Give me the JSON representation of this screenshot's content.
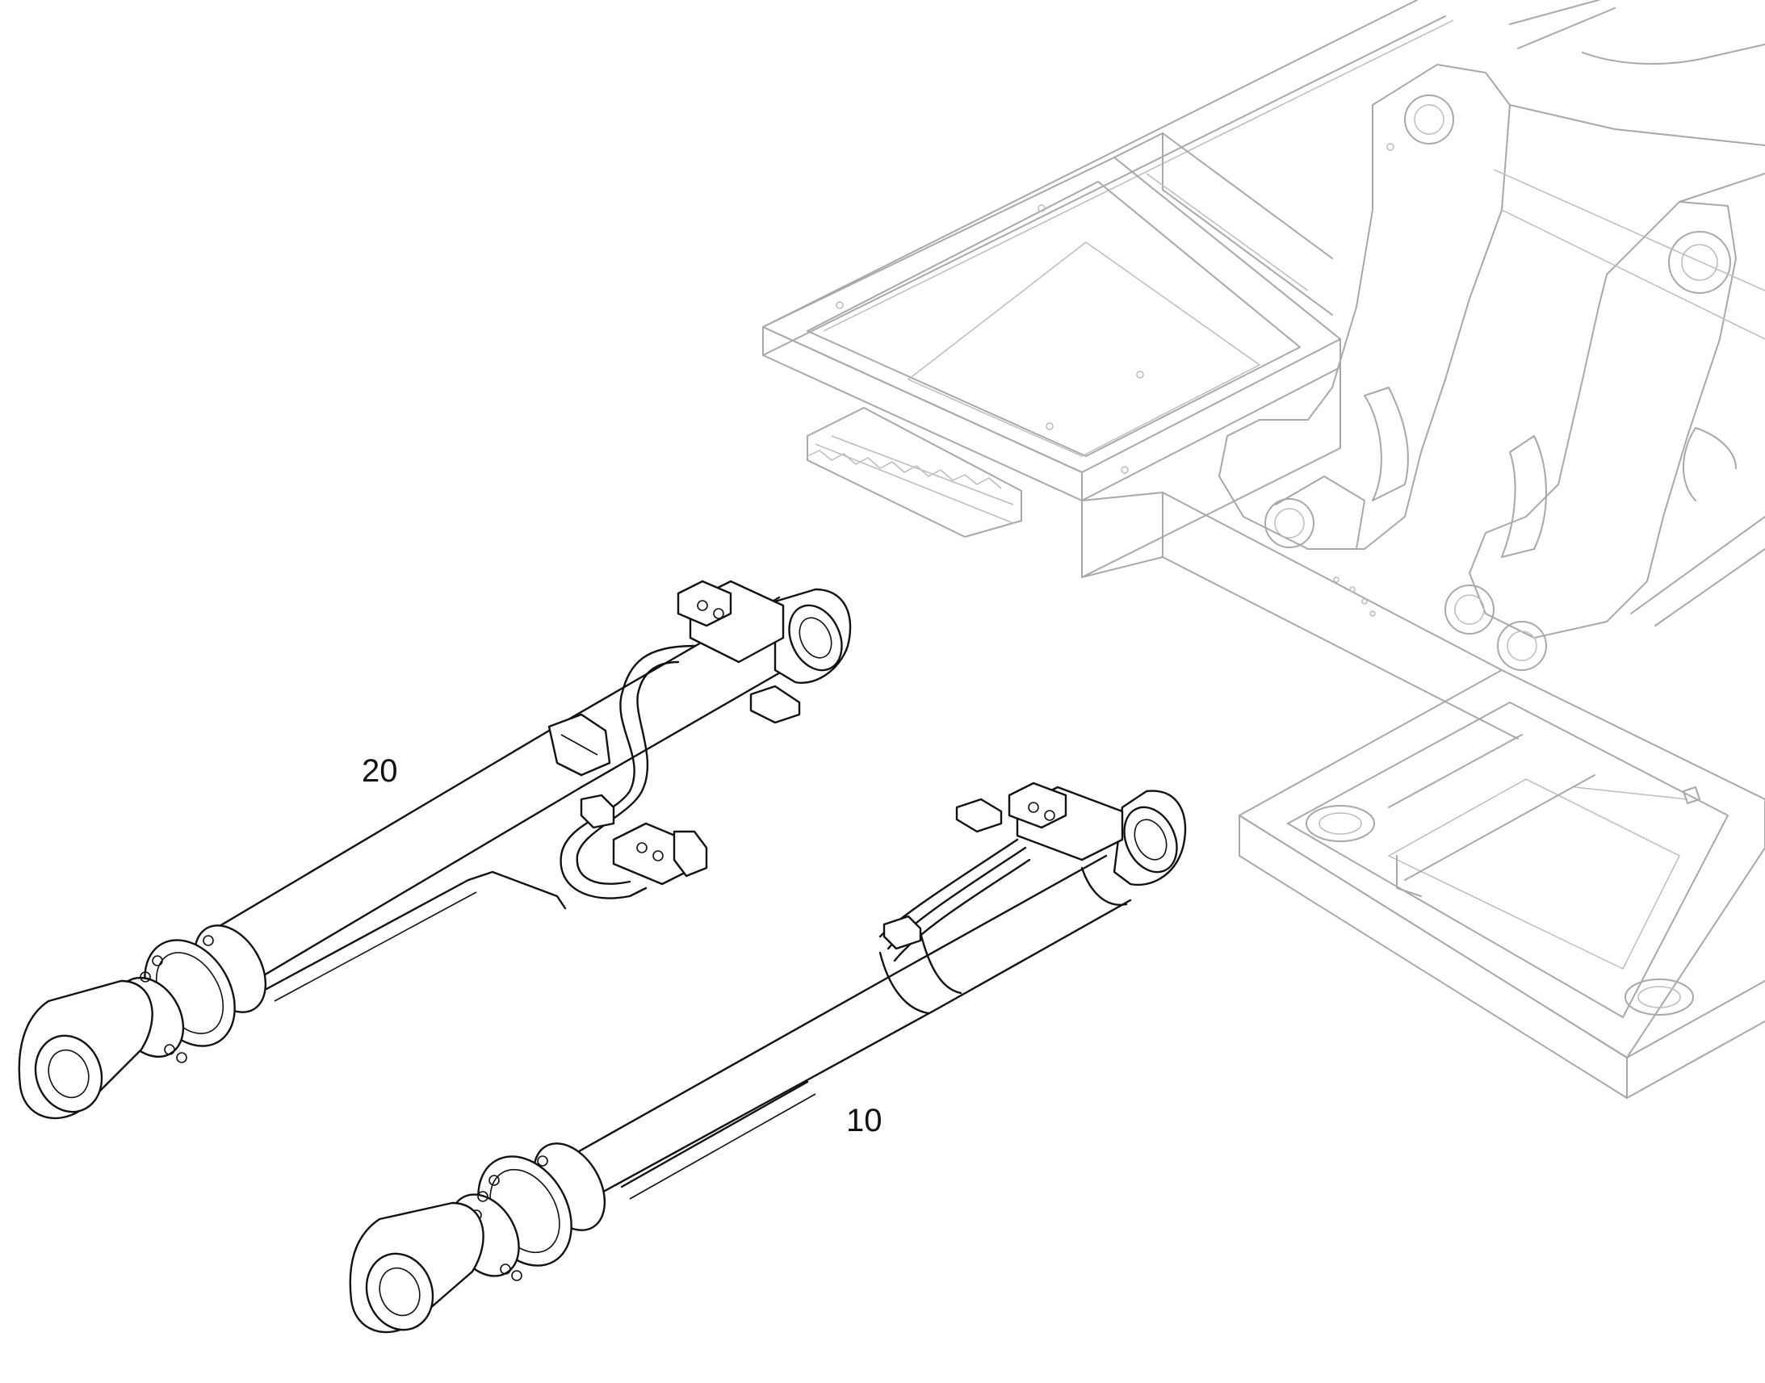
{
  "diagram": {
    "callouts": [
      {
        "id": "20",
        "text": "20"
      },
      {
        "id": "10",
        "text": "10"
      }
    ]
  }
}
